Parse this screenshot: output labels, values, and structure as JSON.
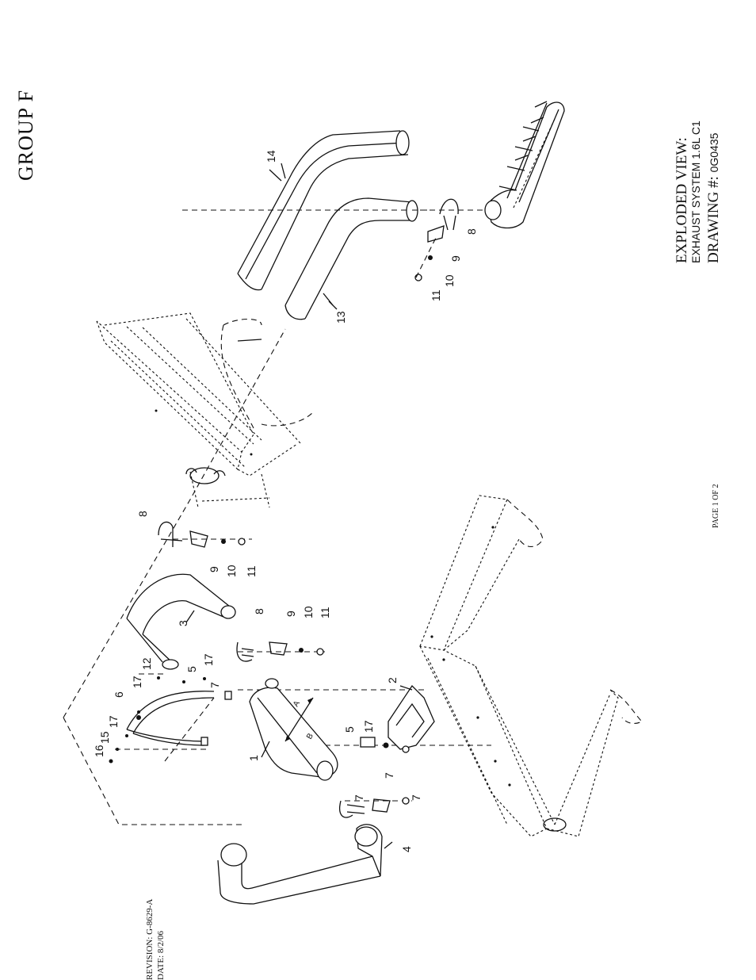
{
  "header": {
    "group_title": "GROUP F"
  },
  "title_block": {
    "line1": "EXPLODED VIEW:",
    "line2": "EXHAUST SYSTEM 1.6L C1",
    "drawing_label": "DRAWING #: ",
    "drawing_number": "0G0435"
  },
  "footer": {
    "page": "PAGE 1 OF 2",
    "revision": "REVISION: G-8629-A",
    "date": "DATE:  8/2/06"
  },
  "callouts": {
    "c1": "1",
    "c2": "2",
    "c3": "3",
    "c4": "4",
    "c5a": "5",
    "c5b": "5",
    "c6": "6",
    "c7a": "7",
    "c7b": "7",
    "c7c": "7",
    "c7d": "7",
    "c8a": "8",
    "c8b": "8",
    "c8c": "8",
    "c9a": "9",
    "c9b": "9",
    "c9c": "9",
    "c10a": "10",
    "c10b": "10",
    "c10c": "10",
    "c11a": "11",
    "c11b": "11",
    "c11c": "11",
    "c12": "12",
    "c13": "13",
    "c14": "14",
    "c15": "15",
    "c16": "16",
    "c17a": "17",
    "c17b": "17",
    "c17c": "17",
    "c17d": "17"
  },
  "muffler_arrows": {
    "a": "A",
    "b": "B"
  }
}
